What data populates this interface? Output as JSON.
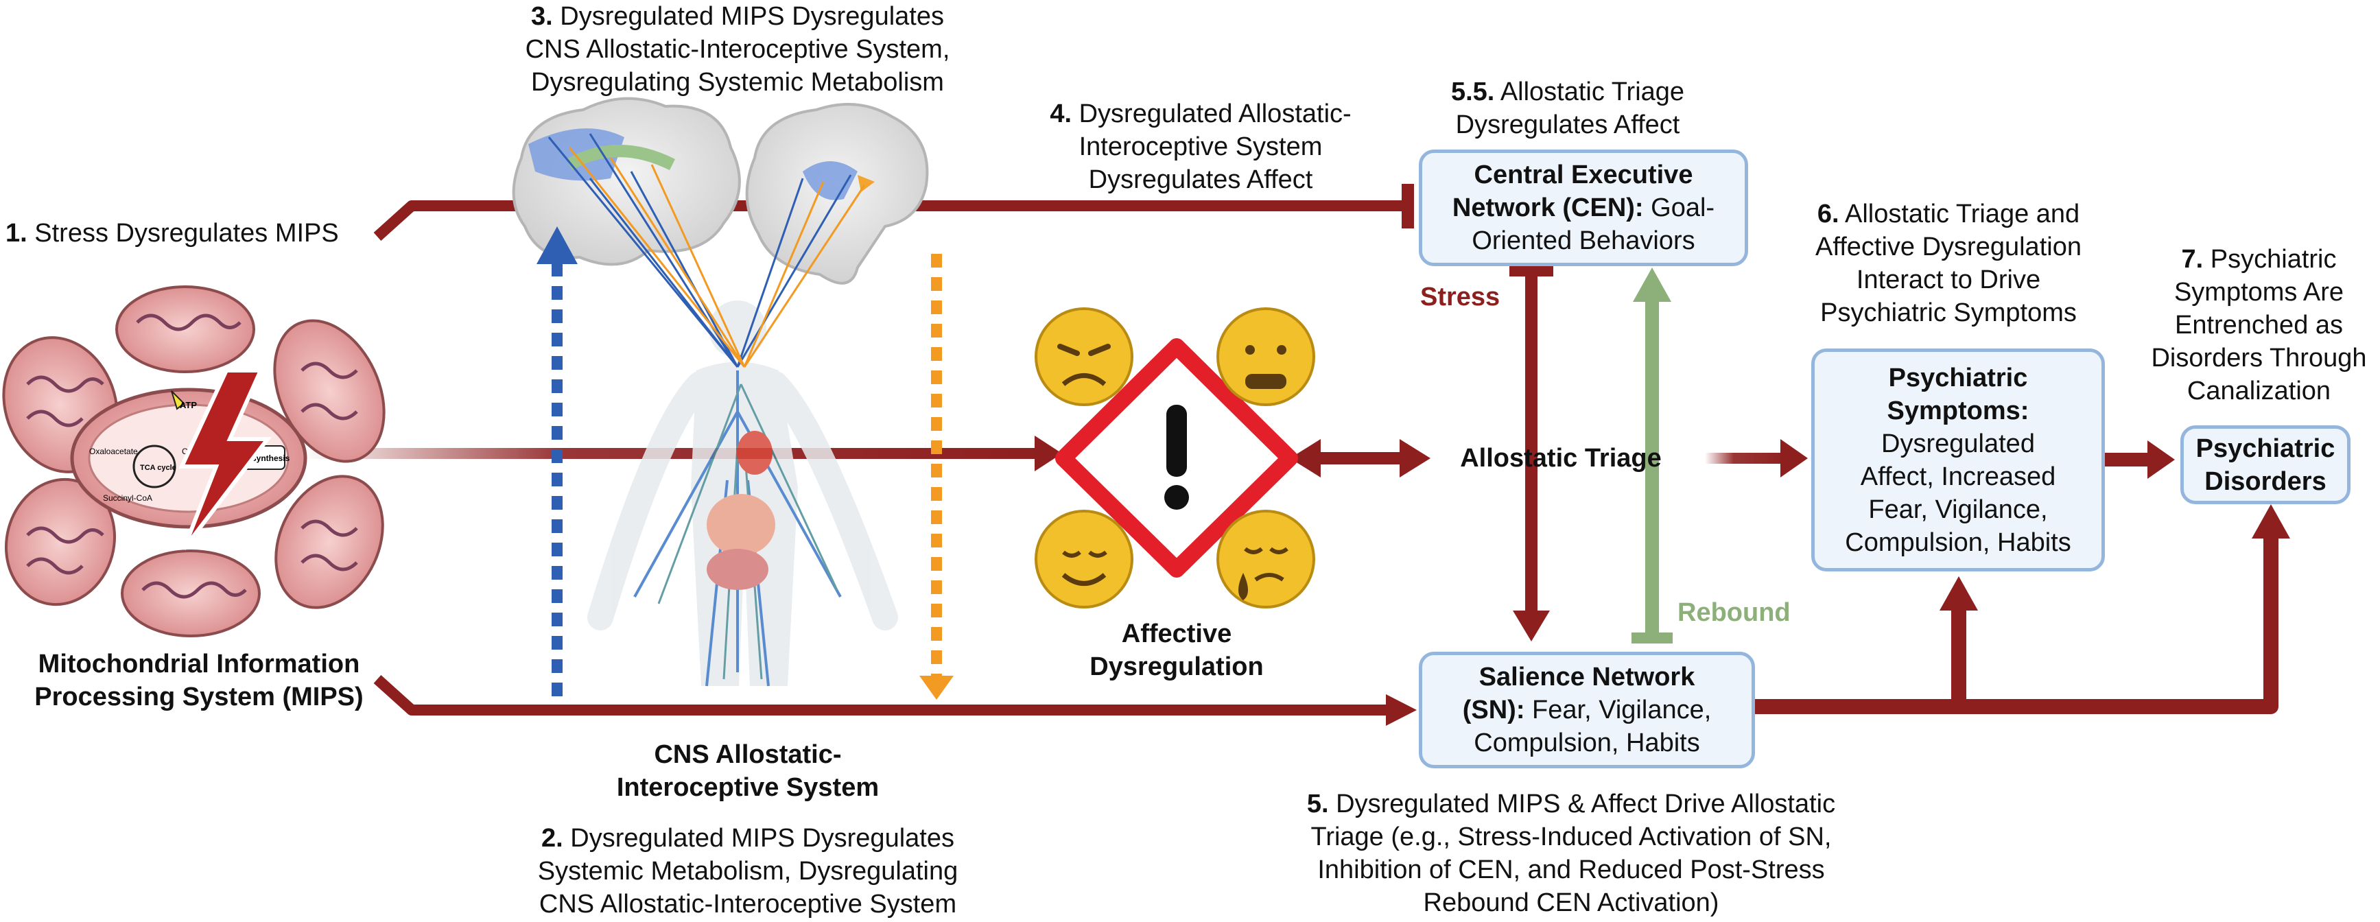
{
  "colors": {
    "arrow_red": "#8e1f1f",
    "box_fill": "#eef4fb",
    "box_border": "#94b6dc",
    "ascending_blue": "#2f5fb3",
    "descending_orange": "#f29a22",
    "rebound_green": "#8db07a",
    "warning_red": "#e3202a",
    "emoji_yellow": "#f2c02a"
  },
  "icons": [
    "mitochondria-icon",
    "lightning-bolt-icon",
    "brain-icon",
    "human-body-icon",
    "warning-sign-icon",
    "angry-face-icon",
    "anxious-face-icon",
    "content-face-icon",
    "sad-face-icon"
  ],
  "mito_labels": {
    "atp": "ATP",
    "oxaloacetate": "Oxaloacetate",
    "citrate": "Citrate",
    "tca": "TCA cycle",
    "succinyl": "Succinyl-CoA",
    "lipid": "Lipid synthesis"
  },
  "steps": {
    "s1": {
      "num": "1.",
      "text": "Stress Dysregulates MIPS"
    },
    "s2": {
      "num": "2.",
      "line1": "Dysregulated MIPS Dysregulates",
      "line2": "Systemic Metabolism, Dysregulating",
      "line3": "CNS Allostatic-Interoceptive System"
    },
    "s3": {
      "num": "3.",
      "line1": "Dysregulated MIPS Dysregulates",
      "line2": "CNS Allostatic-Interoceptive System,",
      "line3": "Dysregulating Systemic Metabolism"
    },
    "s4": {
      "num": "4.",
      "line1": "Dysregulated Allostatic-",
      "line2": "Interoceptive System",
      "line3": "Dysregulates Affect"
    },
    "s55": {
      "num": "5.5.",
      "line1": "Allostatic Triage",
      "line2": "Dysregulates Affect"
    },
    "s5": {
      "num": "5.",
      "line1": "Dysregulated MIPS  & Affect Drive Allostatic",
      "line2": "Triage (e.g., Stress-Induced Activation of SN,",
      "line3": "Inhibition of CEN, and Reduced Post-Stress",
      "line4": "Rebound CEN Activation)"
    },
    "s6": {
      "num": "6.",
      "line1": "Allostatic Triage and",
      "line2": "Affective Dysregulation",
      "line3": "Interact to Drive",
      "line4": "Psychiatric Symptoms"
    },
    "s7": {
      "num": "7.",
      "line1": "Psychiatric",
      "line2": "Symptoms Are",
      "line3": "Entrenched as",
      "line4": "Disorders Through",
      "line5": "Canalization"
    }
  },
  "labels": {
    "mips_line1": "Mitochondrial Information",
    "mips_line2": "Processing System (MIPS)",
    "cns_line1": "CNS Allostatic-",
    "cns_line2": "Interoceptive System",
    "affective_line1": "Affective",
    "affective_line2": "Dysregulation",
    "allostatic_triage": "Allostatic Triage",
    "stress": "Stress",
    "rebound": "Rebound"
  },
  "boxes": {
    "cen": {
      "title1": "Central Executive",
      "title2": "Network (CEN):",
      "rest1": "Goal-",
      "rest2": "Oriented Behaviors"
    },
    "sn": {
      "title1": "Salience Network",
      "title2": "(SN):",
      "rest1": "Fear, Vigilance,",
      "rest2": "Compulsion, Habits"
    },
    "symptoms": {
      "title1": "Psychiatric",
      "title2": "Symptoms:",
      "line1": "Dysregulated",
      "line2": "Affect, Increased",
      "line3": "Fear, Vigilance,",
      "line4": "Compulsion, Habits"
    },
    "disorders": {
      "line1": "Psychiatric",
      "line2": "Disorders"
    }
  }
}
